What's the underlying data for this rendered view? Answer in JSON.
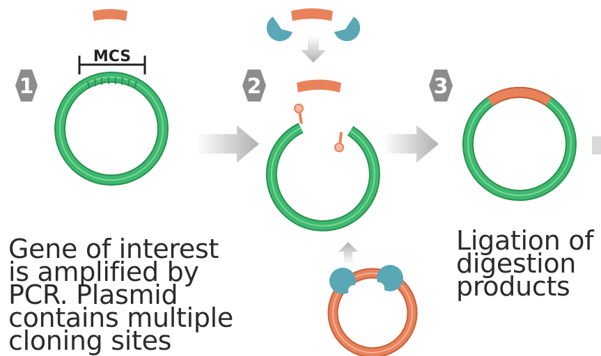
{
  "mcs_label": "MCS",
  "steps": [
    {
      "number": "1",
      "caption_lines": [
        "Gene of interest",
        "is amplified by",
        "PCR. Plasmid",
        "contains multiple",
        "cloning sites"
      ]
    },
    {
      "number": "2"
    },
    {
      "number": "3",
      "caption_lines": [
        "Ligation of",
        "digestion",
        "products"
      ]
    }
  ],
  "colors": {
    "plasmid_green": "#3cba6e",
    "plasmid_green_dark": "#2a8f52",
    "insert_orange": "#e8825a",
    "enzyme_teal": "#5aa7b5",
    "hexagon_gray": "#8c8c8c",
    "arrow_gray": "#c4c4c4"
  },
  "icons": [
    "hexagon-badge",
    "right-arrow",
    "down-arrow",
    "up-arrow",
    "restriction-enzyme",
    "plasmid-ring",
    "gene-insert"
  ]
}
